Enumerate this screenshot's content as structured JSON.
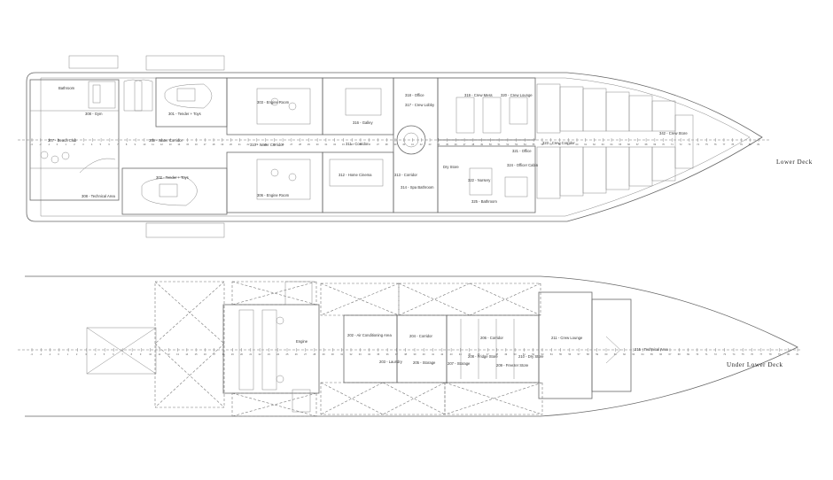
{
  "lower_deck": {
    "title": "Lower Deck",
    "rooms": [
      {
        "id": "307",
        "label": "307 - Beach Club"
      },
      {
        "id": "308",
        "label": "308 - Gym"
      },
      {
        "id": "bathroom",
        "label": "Bathroom"
      },
      {
        "id": "301",
        "label": "301 - Tender + Toys"
      },
      {
        "id": "302",
        "label": "302 - Tender + Toys"
      },
      {
        "id": "303",
        "label": "303 - Engine Room"
      },
      {
        "id": "306",
        "label": "306 - Engine Room"
      },
      {
        "id": "309",
        "label": "309 - Water Corridor"
      },
      {
        "id": "308b",
        "label": "308 - Technical Area"
      },
      {
        "id": "310",
        "label": "310 - Water Corridor"
      },
      {
        "id": "311",
        "label": "311 - Corridor"
      },
      {
        "id": "312",
        "label": "312 - Home Cinema"
      },
      {
        "id": "313",
        "label": "313 - Corridor"
      },
      {
        "id": "314",
        "label": "314 - Spa Bathroom"
      },
      {
        "id": "316",
        "label": "316 - Galley"
      },
      {
        "id": "317",
        "label": "317 - Crew Lobby"
      },
      {
        "id": "318",
        "label": "318 - Office"
      },
      {
        "id": "319",
        "label": "319 - Crew Mess"
      },
      {
        "id": "320",
        "label": "320 - Crew Lounge"
      },
      {
        "id": "321",
        "label": "321 - Office"
      },
      {
        "id": "322",
        "label": "322 - Nursery"
      },
      {
        "id": "323",
        "label": "323 - Crew Corridor"
      },
      {
        "id": "324",
        "label": "324 - Officer Cabin"
      },
      {
        "id": "325",
        "label": "325 - Bathroom"
      },
      {
        "id": "342",
        "label": "342 - Crew Store"
      },
      {
        "id": "dry",
        "label": "Dry Store"
      }
    ]
  },
  "under_lower_deck": {
    "title": "Under Lower Deck",
    "rooms": [
      {
        "id": "engine",
        "label": "Engine"
      },
      {
        "id": "202",
        "label": "202 - Air Conditioning Area"
      },
      {
        "id": "203",
        "label": "203 - Laundry"
      },
      {
        "id": "204",
        "label": "204 - Corridor"
      },
      {
        "id": "205",
        "label": "205 - Storage"
      },
      {
        "id": "206",
        "label": "206 - Corridor"
      },
      {
        "id": "207",
        "label": "207 - Storage"
      },
      {
        "id": "208",
        "label": "208 - Fridge Store"
      },
      {
        "id": "209",
        "label": "209 - Freezer Store"
      },
      {
        "id": "210",
        "label": "210 - Dry Store"
      },
      {
        "id": "211",
        "label": "211 - Crew Lounge"
      },
      {
        "id": "215",
        "label": "215 - Technical Area"
      }
    ]
  },
  "frame_numbers": [
    "-3",
    "-2",
    "-1",
    "0",
    "1",
    "2",
    "3",
    "4",
    "5",
    "6",
    "7",
    "8",
    "9",
    "10",
    "11",
    "12",
    "13",
    "14",
    "15",
    "16",
    "17",
    "18",
    "19",
    "20",
    "21",
    "22",
    "23",
    "24",
    "25",
    "26",
    "27",
    "28",
    "29",
    "30",
    "31",
    "32",
    "33",
    "34",
    "35",
    "36",
    "37",
    "38",
    "39",
    "40",
    "41",
    "42",
    "43",
    "44",
    "45",
    "46",
    "47",
    "48",
    "49",
    "50",
    "51",
    "52",
    "53",
    "54",
    "55",
    "56",
    "57",
    "58",
    "59",
    "60",
    "61",
    "62",
    "63",
    "64",
    "65",
    "66",
    "67",
    "68",
    "69",
    "70",
    "71",
    "72",
    "73",
    "74",
    "75",
    "76",
    "77",
    "78",
    "79",
    "80",
    "81"
  ]
}
